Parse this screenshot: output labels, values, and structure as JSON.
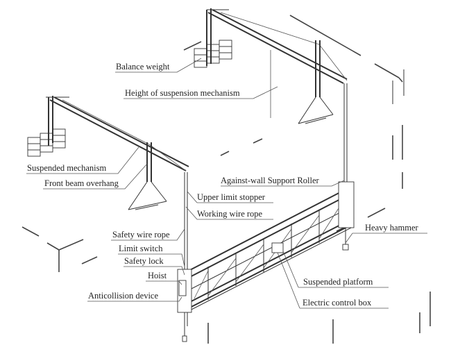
{
  "labels": {
    "balance_weight": "Balance weight",
    "height_of_suspension_mechanism": "Height of suspension mechanism",
    "suspended_mechanism": "Suspended mechanism",
    "front_beam_overhang": "Front beam overhang",
    "against_wall_support_roller": "Against-wall Support Roller",
    "upper_limit_stopper": "Upper limit stopper",
    "working_wire_rope": "Working wire rope",
    "safety_wire_rope": "Safety wire rope",
    "heavy_hammer": "Heavy hammer",
    "limit_switch": "Limit switch",
    "safety_lock": "Safety lock",
    "hoist": "Hoist",
    "suspended_platform": "Suspended  platform",
    "anticollision_device": "Anticollision device",
    "electric_control_box": "Electric control box"
  }
}
